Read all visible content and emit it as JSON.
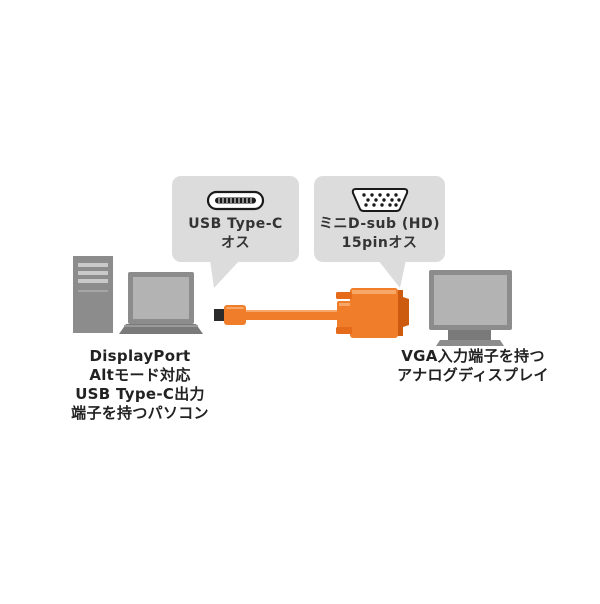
{
  "colors": {
    "bubble": "#dcdcdc",
    "device_gray": "#8c8c8c",
    "device_dark": "#6f6f6f",
    "screen": "#b3b3b3",
    "cable_orange": "#f07d2a",
    "connector_dark": "#2b2b2b"
  },
  "usb_bubble": {
    "icon": "usb-type-c-port-icon",
    "line1": "USB Type-C",
    "line2": "オス"
  },
  "vga_bubble": {
    "icon": "vga-port-icon",
    "line1": "ミニD-sub (HD)",
    "line2": "15pinオス"
  },
  "left_caption": {
    "line1": "DisplayPort",
    "line2": "Altモード対応",
    "line3": "USB Type-C出力",
    "line4": "端子を持つパソコン"
  },
  "right_caption": {
    "line1": "VGA入力端子を持つ",
    "line2": "アナログディスプレイ"
  }
}
